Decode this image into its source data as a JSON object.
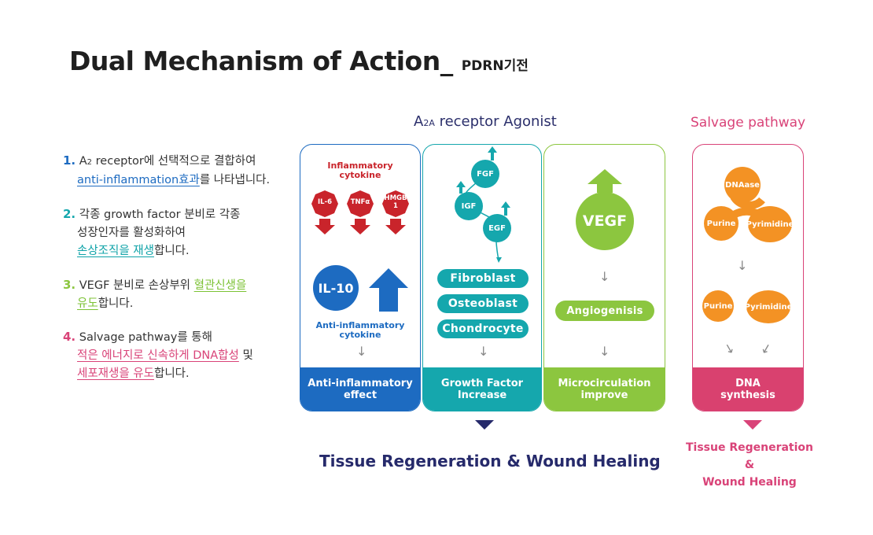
{
  "title": {
    "main": "Dual Mechanism of Action",
    "sep": "_",
    "sub": "PDRN기전"
  },
  "headers": {
    "a2a_prefix": "A",
    "a2a_sub": "2A",
    "a2a_rest": " receptor Agonist",
    "salvage": "Salvage pathway"
  },
  "list": [
    {
      "num": "1.",
      "num_color": "#1d6bc1",
      "l1a": "A",
      "l1sub": "2",
      "l1b": " receptor에 선택적으로 결합하여",
      "hl": "anti-inflammation효과",
      "rest": "를 나타냅니다."
    },
    {
      "num": "2.",
      "num_color": "#15a7ad",
      "l1": "각종 growth factor 분비로 각종",
      "l2": "성장인자를 활성화하여",
      "hl": "손상조직을 재생",
      "rest": "합니다."
    },
    {
      "num": "3.",
      "num_color": "#8cc63f",
      "l1a": "VEGF 분비로 손상부위 ",
      "hl1": "혈관신생을",
      "hl2": "유도",
      "rest": "합니다."
    },
    {
      "num": "4.",
      "num_color": "#d94378",
      "l1": "Salvage pathway를 통해",
      "hl1": "적은 에너지로 신속하게 DNA합성",
      "mid": " 및",
      "hl2": "세포재생을 유도",
      "rest": "합니다."
    }
  ],
  "cards": {
    "anti": {
      "inflam_label": [
        "Inflammatory",
        "cytokine"
      ],
      "cytokines": [
        "IL-6",
        "TNFα",
        "HMGB",
        "1"
      ],
      "il10": "IL-10",
      "anti_label": [
        "Anti-inflammatory",
        "cytokine"
      ],
      "footer": [
        "Anti-inflammatory",
        "effect"
      ]
    },
    "growth": {
      "factors": [
        "FGF",
        "IGF",
        "EGF"
      ],
      "cells": [
        "Fibroblast",
        "Osteoblast",
        "Chondrocyte"
      ],
      "footer": [
        "Growth Factor",
        "Increase"
      ]
    },
    "micro": {
      "vegf": "VEGF",
      "angio": "Angiogenisis",
      "footer": [
        "Microcirculation",
        "improve"
      ]
    },
    "dna": {
      "dnaase": "DNAase",
      "purine": "Purine",
      "pyrimidine": "Pyrimidine",
      "footer": [
        "DNA",
        "synthesis"
      ]
    }
  },
  "bottom": {
    "main": "Tissue Regeneration & Wound Healing",
    "side": [
      "Tissue Regeneration",
      "&",
      "Wound Healing"
    ]
  },
  "colors": {
    "blue": "#1d6bc1",
    "teal": "#15a7ad",
    "green": "#8cc63f",
    "pink": "#d94378",
    "orange": "#f39224",
    "red": "#c9242b",
    "navy": "#262a6b"
  }
}
